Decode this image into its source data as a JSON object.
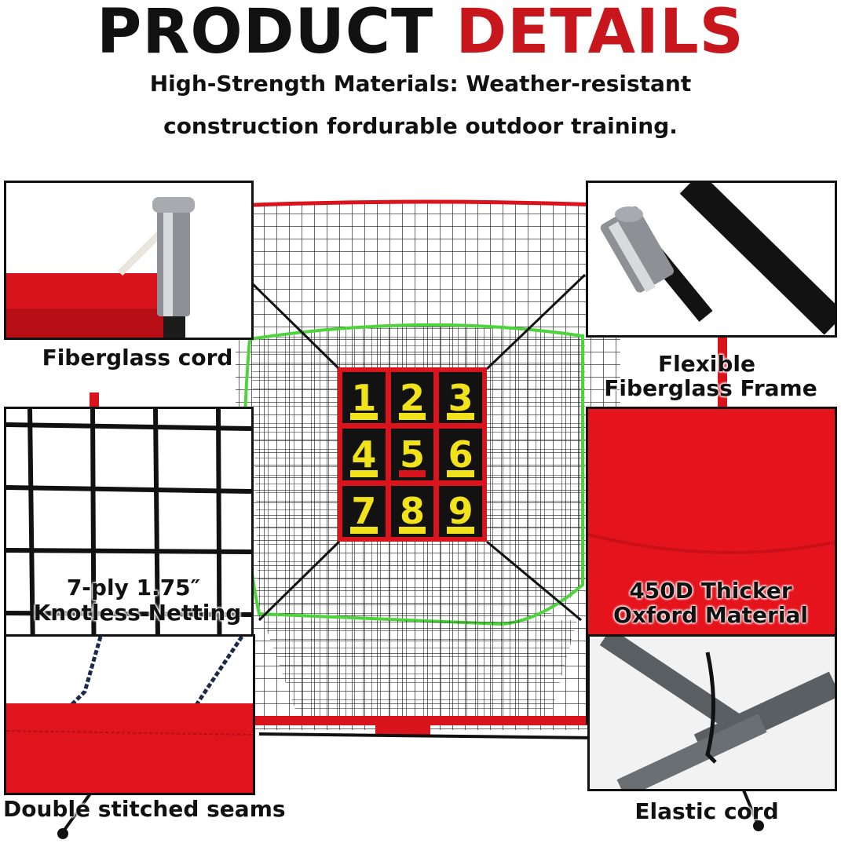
{
  "title": {
    "word1": "PRODUCT",
    "word2": "DETAILS"
  },
  "subtitle": {
    "line1": "High-Strength Materials: Weather-resistant",
    "line2": "construction fordurable outdoor training."
  },
  "callouts": {
    "fiberglass_cord": "Fiberglass cord",
    "flexible_frame_line1": "Flexible",
    "flexible_frame_line2": "Fiberglass Frame",
    "netting_line1": "7-ply 1.75″",
    "netting_line2": "Knotless Netting",
    "oxford_line1": "450D Thicker",
    "oxford_line2": "Oxford Material",
    "seams": "Double stitched seams",
    "elastic": "Elastic cord"
  },
  "target_numbers": [
    "1",
    "2",
    "3",
    "4",
    "5",
    "6",
    "7",
    "8",
    "9"
  ],
  "colors": {
    "title_dark": "#111111",
    "title_accent": "#c8161d",
    "net_red": "#d9141c",
    "strike_zone_green": "#4cd43a",
    "number_yellow": "#f2e21a"
  }
}
